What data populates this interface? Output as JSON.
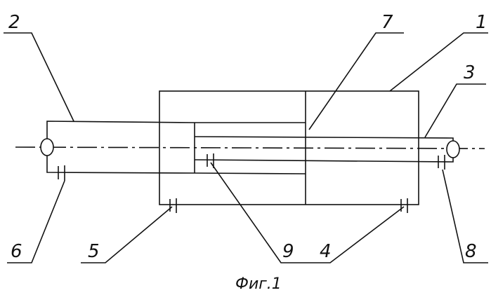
{
  "labels": {
    "l1": "1",
    "l2": "2",
    "l3": "3",
    "l4": "4",
    "l5": "5",
    "l6": "6",
    "l7": "7",
    "l8": "8",
    "l9": "9"
  },
  "caption": "Фиг.1"
}
